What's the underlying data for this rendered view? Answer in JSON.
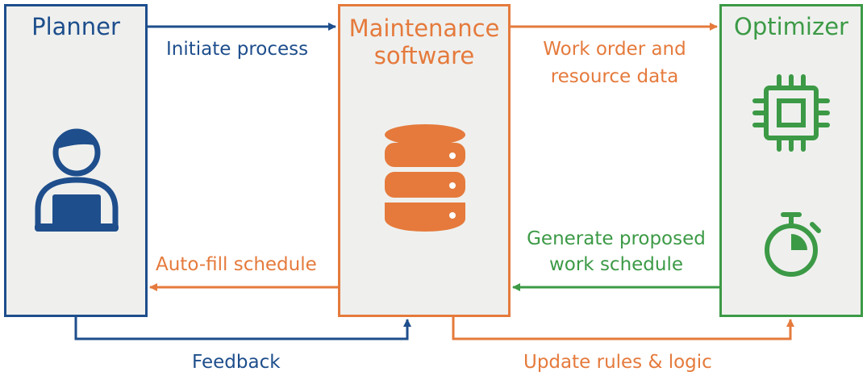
{
  "nodes": {
    "planner": {
      "title": "Planner",
      "icon": "user-laptop-icon",
      "color": "#1e4e8c"
    },
    "maintenance": {
      "title_line1": "Maintenance",
      "title_line2": "software",
      "icon": "database-icon",
      "color": "#e57a3c"
    },
    "optimizer": {
      "title": "Optimizer",
      "icons": [
        "cpu-chip-icon",
        "stopwatch-icon"
      ],
      "color": "#3c9a46"
    }
  },
  "edges": {
    "initiate": {
      "label": "Initiate process",
      "from": "Planner",
      "to": "Maintenance software"
    },
    "work_order": {
      "label_line1": "Work order and",
      "label_line2": "resource data",
      "from": "Maintenance software",
      "to": "Optimizer"
    },
    "generate": {
      "label_line1": "Generate proposed",
      "label_line2": "work schedule",
      "from": "Optimizer",
      "to": "Maintenance software"
    },
    "autofill": {
      "label": "Auto-fill schedule",
      "from": "Maintenance software",
      "to": "Planner"
    },
    "feedback": {
      "label": "Feedback",
      "from": "Planner",
      "to": "Maintenance software"
    },
    "update": {
      "label": "Update rules & logic",
      "from": "Maintenance software",
      "to": "Optimizer"
    }
  }
}
